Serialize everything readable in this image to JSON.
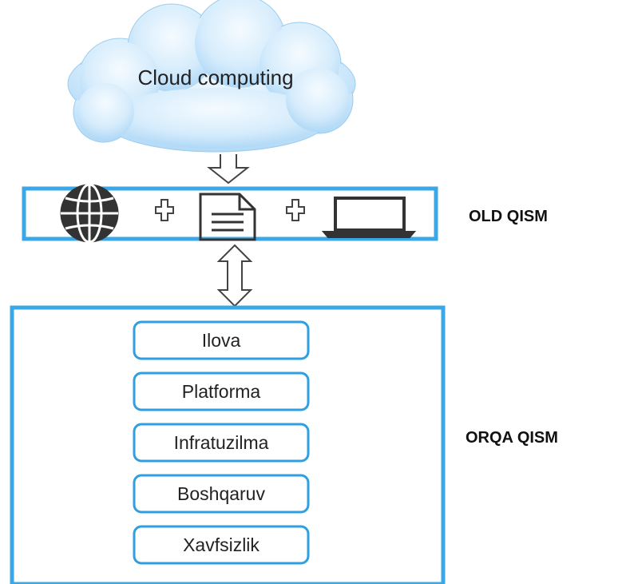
{
  "cloud": {
    "label": "Cloud computing"
  },
  "front_end": {
    "label": "OLD QISM",
    "icons": [
      "globe-icon",
      "plus-icon",
      "document-icon",
      "plus-icon",
      "laptop-icon"
    ]
  },
  "back_end": {
    "label": "ORQA QISM",
    "items": [
      "Ilova",
      "Platforma",
      "Infratuzilma",
      "Boshqaruv",
      "Xavfsizlik"
    ]
  },
  "colors": {
    "box_border": "#3aa8e6",
    "item_border": "#2f9fe0",
    "cloud_light": "#eef8ff",
    "cloud_dark": "#a9d6f6",
    "icon": "#333333",
    "arrow": "#444444"
  }
}
